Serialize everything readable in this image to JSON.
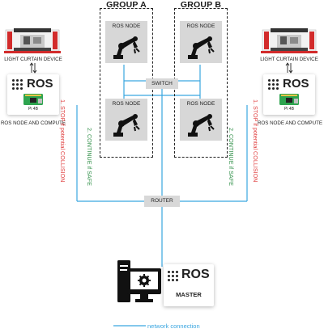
{
  "groups": [
    {
      "title": "GROUP A",
      "nodes": [
        "ROS NODE",
        "ROS NODE"
      ]
    },
    {
      "title": "GROUP B",
      "nodes": [
        "ROS NODE",
        "ROS NODE"
      ]
    }
  ],
  "switch_label": "SWITCH",
  "router_label": "ROUTER",
  "left_station": {
    "device_label": "LIGHT CURTAIN DEVICE",
    "logo_text": "ROS",
    "board_label": "Pi 4B",
    "caption": "ROS NODE AND COMPUTE",
    "stop_text": "1. STOP if potential COLLISION",
    "continue_text": "2. CONTINUE if SAFE"
  },
  "right_station": {
    "device_label": "LIGHT CURTAIN DEVICE",
    "logo_text": "ROS",
    "board_label": "Pi 4B",
    "caption": "ROS NODE AND COMPUTE",
    "stop_text": "1. STOP if potential COLLISION",
    "continue_text": "2. CONTINUE if SAFE"
  },
  "master": {
    "logo_text": "ROS",
    "sub_label": "MASTER"
  },
  "legend": {
    "label": "network connection"
  },
  "colors": {
    "wire": "#3aa6e0",
    "stop": "#e04040",
    "continue": "#2f8f47"
  },
  "icons": [
    "robot-arm-icon",
    "curtain-device-icon",
    "raspberry-pi-icon",
    "computer-monitor-icon"
  ]
}
